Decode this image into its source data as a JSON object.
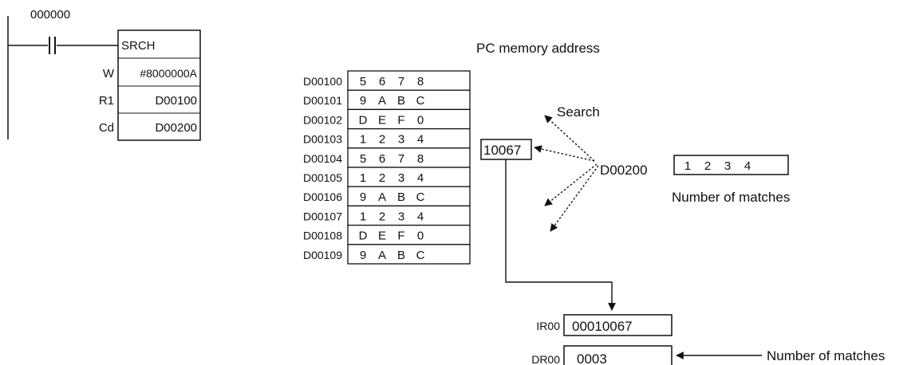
{
  "ladder": {
    "contact_address": "000000",
    "instruction": "SRCH",
    "operands": [
      {
        "name": "W",
        "value": "#8000000A"
      },
      {
        "name": "R1",
        "value": "D00100"
      },
      {
        "name": "Cd",
        "value": "D00200"
      }
    ]
  },
  "memory_header": "PC memory address",
  "memory": [
    {
      "address": "D00100",
      "digits": [
        "5",
        "6",
        "7",
        "8"
      ]
    },
    {
      "address": "D00101",
      "digits": [
        "9",
        "A",
        "B",
        "C"
      ]
    },
    {
      "address": "D00102",
      "digits": [
        "D",
        "E",
        "F",
        "0"
      ]
    },
    {
      "address": "D00103",
      "digits": [
        "1",
        "2",
        "3",
        "4"
      ]
    },
    {
      "address": "D00104",
      "digits": [
        "5",
        "6",
        "7",
        "8"
      ]
    },
    {
      "address": "D00105",
      "digits": [
        "1",
        "2",
        "3",
        "4"
      ]
    },
    {
      "address": "D00106",
      "digits": [
        "9",
        "A",
        "B",
        "C"
      ]
    },
    {
      "address": "D00107",
      "digits": [
        "1",
        "2",
        "3",
        "4"
      ]
    },
    {
      "address": "D00108",
      "digits": [
        "D",
        "E",
        "F",
        "0"
      ]
    },
    {
      "address": "D00109",
      "digits": [
        "9",
        "A",
        "B",
        "C"
      ]
    }
  ],
  "found_address": "10067",
  "search_label": "Search",
  "cd_register": "D00200",
  "cd_digits": [
    "1",
    "2",
    "3",
    "4"
  ],
  "cd_caption": "Number of matches",
  "ir": {
    "label": "IR00",
    "value": "00010067"
  },
  "dr": {
    "label": "DR00",
    "value": "0003",
    "caption": "Number of matches"
  }
}
